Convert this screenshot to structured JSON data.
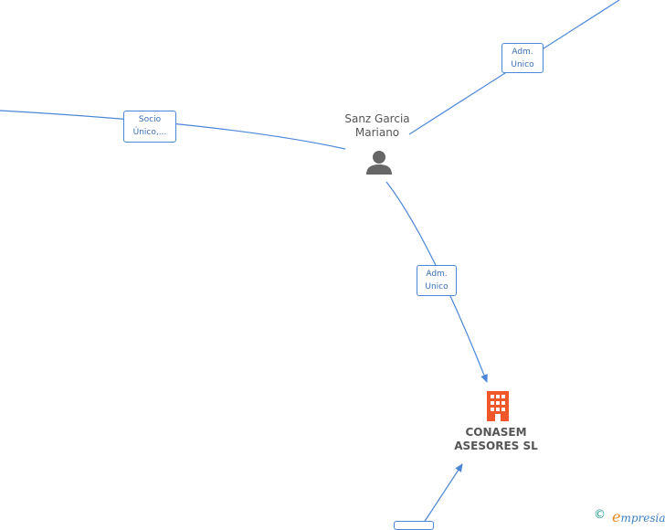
{
  "nodes": {
    "person": {
      "name_line1": "Sanz Garcia",
      "name_line2": "Mariano",
      "icon": "person-icon"
    },
    "company": {
      "name_line1": "CONASEM",
      "name_line2": "ASESORES SL",
      "icon": "building-icon"
    }
  },
  "edges": {
    "top_right": {
      "line1": "Adm.",
      "line2": "Unico"
    },
    "left": {
      "line1": "Socio",
      "line2": "Único,..."
    },
    "person_company": {
      "line1": "Adm.",
      "line2": "Unico"
    }
  },
  "footer": {
    "copyright": "©",
    "brand_initial": "e",
    "brand_rest": "mpresia"
  },
  "colors": {
    "edge": "#4a86d8",
    "company": "#f0582a",
    "person": "#666666"
  }
}
